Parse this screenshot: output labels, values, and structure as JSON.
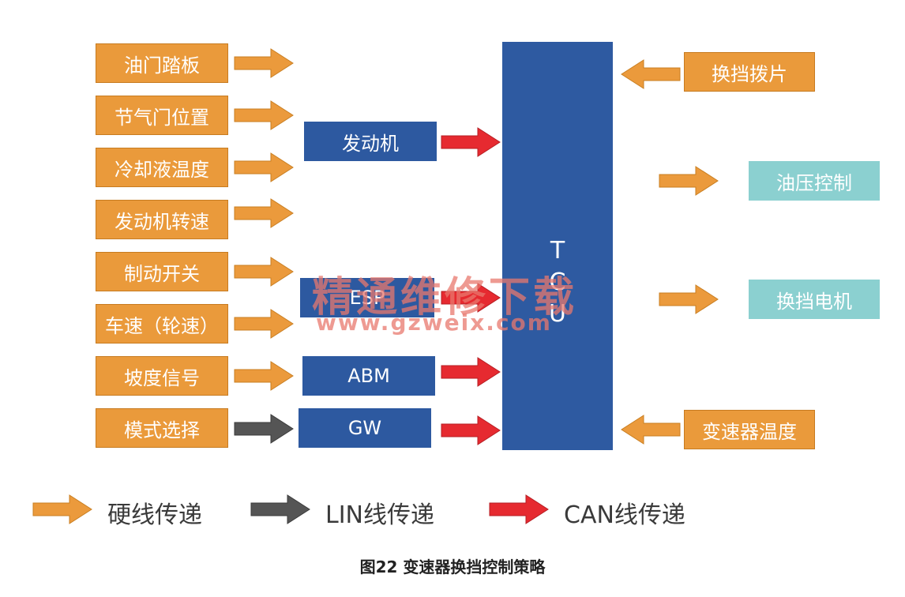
{
  "inputs": [
    {
      "label": "油门踏板"
    },
    {
      "label": "节气门位置"
    },
    {
      "label": "冷却液温度"
    },
    {
      "label": "发动机转速"
    },
    {
      "label": "制动开关"
    },
    {
      "label": "车速（轮速）"
    },
    {
      "label": "坡度信号"
    },
    {
      "label": "模式选择"
    }
  ],
  "modules": {
    "engine": "发动机",
    "esp": "ESP",
    "abm": "ABM",
    "gw": "GW"
  },
  "tcu": {
    "letters": [
      "T",
      "C",
      "U"
    ]
  },
  "right_inputs": {
    "paddle": "换挡拨片",
    "trans_temp": "变速器温度"
  },
  "outputs": {
    "hydraulic": "油压控制",
    "shift_motor": "换挡电机"
  },
  "legend": {
    "hardwire": "硬线传递",
    "lin": "LIN线传递",
    "can": "CAN线传递"
  },
  "colors": {
    "hardwire": "#eb9a3c",
    "lin": "#555555",
    "can": "#e62a30",
    "module_blue": "#2d59a0",
    "output_teal": "#8bd0d0"
  },
  "caption": "图22  变速器换挡控制策略",
  "watermark": {
    "text": "精通维修下载",
    "url": "www.gzweix.com"
  }
}
